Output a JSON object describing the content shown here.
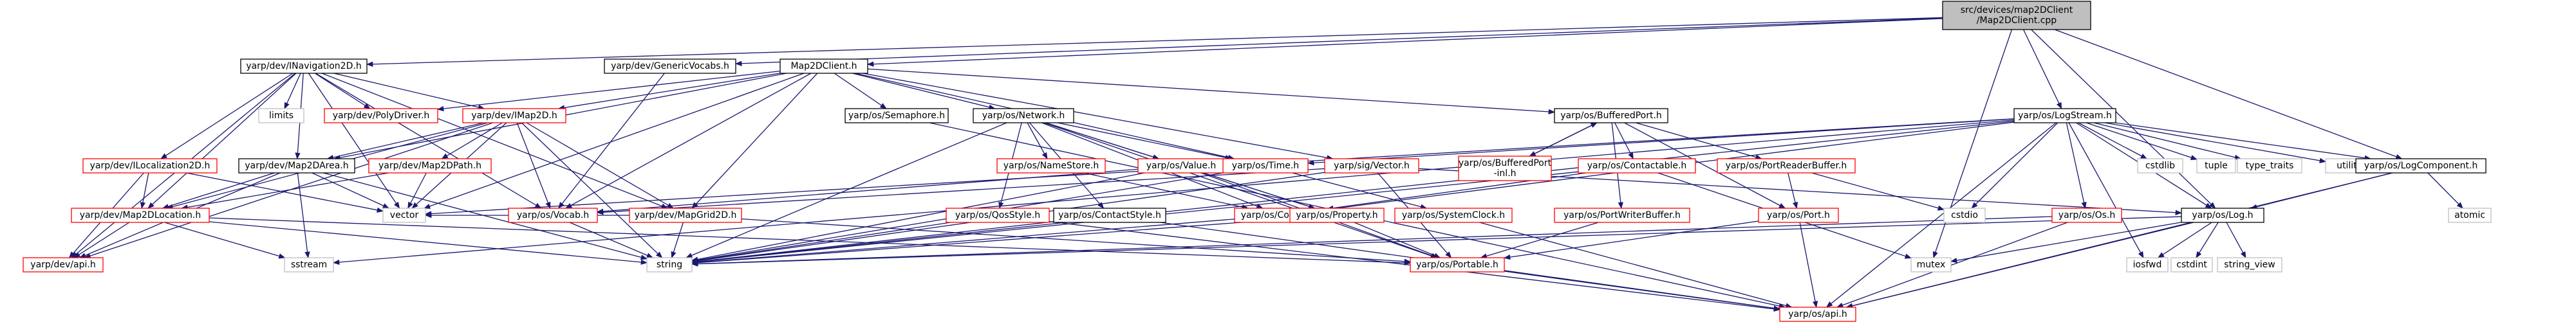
{
  "graph": {
    "colors": {
      "root_fill": "#bfbfbf",
      "header_border": "#000000",
      "undocumented_border": "#ff0000",
      "external_border": "#bfbfbf",
      "edge": "#191970",
      "edge_red": "#cc2020",
      "text": "#000000"
    },
    "nodes": [
      {
        "id": "root",
        "lines": [
          "src/devices/map2DClient",
          "/Map2DClient.cpp"
        ],
        "kind": "root"
      },
      {
        "id": "inav2d",
        "lines": [
          "yarp/dev/INavigation2D.h"
        ],
        "kind": "header"
      },
      {
        "id": "gvocabs",
        "lines": [
          "yarp/dev/GenericVocabs.h"
        ],
        "kind": "header"
      },
      {
        "id": "m2dclient",
        "lines": [
          "Map2DClient.h"
        ],
        "kind": "header"
      },
      {
        "id": "logstream",
        "lines": [
          "yarp/os/LogStream.h"
        ],
        "kind": "header"
      },
      {
        "id": "limits",
        "lines": [
          "limits"
        ],
        "kind": "external"
      },
      {
        "id": "polydriver",
        "lines": [
          "yarp/dev/PolyDriver.h"
        ],
        "kind": "red"
      },
      {
        "id": "imap2d",
        "lines": [
          "yarp/dev/IMap2D.h"
        ],
        "kind": "red"
      },
      {
        "id": "semaphore",
        "lines": [
          "yarp/os/Semaphore.h"
        ],
        "kind": "header"
      },
      {
        "id": "network",
        "lines": [
          "yarp/os/Network.h"
        ],
        "kind": "header"
      },
      {
        "id": "bufport",
        "lines": [
          "yarp/os/BufferedPort.h"
        ],
        "kind": "header"
      },
      {
        "id": "ilocal2d",
        "lines": [
          "yarp/dev/ILocalization2D.h"
        ],
        "kind": "red"
      },
      {
        "id": "map2darea",
        "lines": [
          "yarp/dev/Map2DArea.h"
        ],
        "kind": "header"
      },
      {
        "id": "map2dpath",
        "lines": [
          "yarp/dev/Map2DPath.h"
        ],
        "kind": "red"
      },
      {
        "id": "namestore",
        "lines": [
          "yarp/os/NameStore.h"
        ],
        "kind": "red"
      },
      {
        "id": "value",
        "lines": [
          "yarp/os/Value.h"
        ],
        "kind": "red"
      },
      {
        "id": "time",
        "lines": [
          "yarp/os/Time.h"
        ],
        "kind": "red"
      },
      {
        "id": "vector",
        "lines": [
          "yarp/sig/Vector.h"
        ],
        "kind": "red"
      },
      {
        "id": "bufportinl",
        "lines": [
          "yarp/os/BufferedPort",
          "-inl.h"
        ],
        "kind": "red"
      },
      {
        "id": "contactable",
        "lines": [
          "yarp/os/Contactable.h"
        ],
        "kind": "red"
      },
      {
        "id": "portreaderbuf",
        "lines": [
          "yarp/os/PortReaderBuffer.h"
        ],
        "kind": "red"
      },
      {
        "id": "cstdlib",
        "lines": [
          "cstdlib"
        ],
        "kind": "external"
      },
      {
        "id": "tuple",
        "lines": [
          "tuple"
        ],
        "kind": "external"
      },
      {
        "id": "typetraits",
        "lines": [
          "type_traits"
        ],
        "kind": "external"
      },
      {
        "id": "utility",
        "lines": [
          "utility"
        ],
        "kind": "external"
      },
      {
        "id": "logcomponent",
        "lines": [
          "yarp/os/LogComponent.h"
        ],
        "kind": "header"
      },
      {
        "id": "map2dlocation",
        "lines": [
          "yarp/dev/Map2DLocation.h"
        ],
        "kind": "red"
      },
      {
        "id": "vectorstd",
        "lines": [
          "vector"
        ],
        "kind": "external"
      },
      {
        "id": "vocab",
        "lines": [
          "yarp/os/Vocab.h"
        ],
        "kind": "red"
      },
      {
        "id": "mapgrid2d",
        "lines": [
          "yarp/dev/MapGrid2D.h"
        ],
        "kind": "red"
      },
      {
        "id": "qosstyle",
        "lines": [
          "yarp/os/QosStyle.h"
        ],
        "kind": "red"
      },
      {
        "id": "contactstyle",
        "lines": [
          "yarp/os/ContactStyle.h"
        ],
        "kind": "header"
      },
      {
        "id": "contact",
        "lines": [
          "yarp/os/Contact.h"
        ],
        "kind": "red"
      },
      {
        "id": "property",
        "lines": [
          "yarp/os/Property.h"
        ],
        "kind": "red"
      },
      {
        "id": "sysclock",
        "lines": [
          "yarp/os/SystemClock.h"
        ],
        "kind": "red"
      },
      {
        "id": "portwriterbuf",
        "lines": [
          "yarp/os/PortWriterBuffer.h"
        ],
        "kind": "red"
      },
      {
        "id": "port",
        "lines": [
          "yarp/os/Port.h"
        ],
        "kind": "red"
      },
      {
        "id": "cstdio",
        "lines": [
          "cstdio"
        ],
        "kind": "external"
      },
      {
        "id": "osh",
        "lines": [
          "yarp/os/Os.h"
        ],
        "kind": "red"
      },
      {
        "id": "log",
        "lines": [
          "yarp/os/Log.h"
        ],
        "kind": "header"
      },
      {
        "id": "atomic",
        "lines": [
          "atomic"
        ],
        "kind": "external"
      },
      {
        "id": "devapi",
        "lines": [
          "yarp/dev/api.h"
        ],
        "kind": "red"
      },
      {
        "id": "sstream",
        "lines": [
          "sstream"
        ],
        "kind": "external"
      },
      {
        "id": "string",
        "lines": [
          "string"
        ],
        "kind": "external"
      },
      {
        "id": "portable",
        "lines": [
          "yarp/os/Portable.h"
        ],
        "kind": "red"
      },
      {
        "id": "mutex",
        "lines": [
          "mutex"
        ],
        "kind": "external"
      },
      {
        "id": "iosfwd",
        "lines": [
          "iosfwd"
        ],
        "kind": "external"
      },
      {
        "id": "cstdint",
        "lines": [
          "cstdint"
        ],
        "kind": "external"
      },
      {
        "id": "stringview",
        "lines": [
          "string_view"
        ],
        "kind": "external"
      },
      {
        "id": "osapi",
        "lines": [
          "yarp/os/api.h"
        ],
        "kind": "red"
      }
    ],
    "edges": [
      [
        "root",
        "inav2d"
      ],
      [
        "root",
        "gvocabs"
      ],
      [
        "root",
        "m2dclient"
      ],
      [
        "root",
        "logstream"
      ],
      [
        "root",
        "mutex"
      ],
      [
        "root",
        "logcomponent"
      ],
      [
        "root",
        "log"
      ],
      [
        "inav2d",
        "limits"
      ],
      [
        "inav2d",
        "polydriver"
      ],
      [
        "inav2d",
        "imap2d"
      ],
      [
        "inav2d",
        "ilocal2d"
      ],
      [
        "inav2d",
        "map2darea"
      ],
      [
        "inav2d",
        "map2dlocation"
      ],
      [
        "inav2d",
        "vocab"
      ],
      [
        "inav2d",
        "mapgrid2d"
      ],
      [
        "inav2d",
        "devapi"
      ],
      [
        "inav2d",
        "vectorstd"
      ],
      [
        "gvocabs",
        "vocab"
      ],
      [
        "m2dclient",
        "polydriver"
      ],
      [
        "m2dclient",
        "imap2d"
      ],
      [
        "m2dclient",
        "semaphore"
      ],
      [
        "m2dclient",
        "network"
      ],
      [
        "m2dclient",
        "bufport"
      ],
      [
        "m2dclient",
        "time"
      ],
      [
        "m2dclient",
        "vector"
      ],
      [
        "m2dclient",
        "map2darea"
      ],
      [
        "m2dclient",
        "vocab"
      ],
      [
        "m2dclient",
        "mapgrid2d"
      ],
      [
        "m2dclient",
        "vectorstd"
      ],
      [
        "imap2d",
        "map2dlocation"
      ],
      [
        "imap2d",
        "map2darea"
      ],
      [
        "imap2d",
        "map2dpath"
      ],
      [
        "imap2d",
        "mapgrid2d"
      ],
      [
        "imap2d",
        "vocab"
      ],
      [
        "imap2d",
        "devapi"
      ],
      [
        "imap2d",
        "vectorstd"
      ],
      [
        "imap2d",
        "string"
      ],
      [
        "ilocal2d",
        "map2dlocation"
      ],
      [
        "ilocal2d",
        "devapi"
      ],
      [
        "ilocal2d",
        "vectorstd"
      ],
      [
        "map2darea",
        "map2dlocation"
      ],
      [
        "map2darea",
        "devapi"
      ],
      [
        "map2darea",
        "vectorstd"
      ],
      [
        "map2darea",
        "sstream"
      ],
      [
        "map2darea",
        "string"
      ],
      [
        "map2dpath",
        "map2dlocation"
      ],
      [
        "map2dpath",
        "vectorstd"
      ],
      [
        "map2dlocation",
        "devapi"
      ],
      [
        "map2dlocation",
        "sstream"
      ],
      [
        "map2dlocation",
        "string"
      ],
      [
        "map2dlocation",
        "portable"
      ],
      [
        "mapgrid2d",
        "string"
      ],
      [
        "mapgrid2d",
        "vectorstd"
      ],
      [
        "mapgrid2d",
        "portable"
      ],
      [
        "vocab",
        "string"
      ],
      [
        "semaphore",
        "osapi"
      ],
      [
        "network",
        "namestore"
      ],
      [
        "network",
        "value"
      ],
      [
        "network",
        "time"
      ],
      [
        "network",
        "qosstyle"
      ],
      [
        "network",
        "contactstyle"
      ],
      [
        "network",
        "contact"
      ],
      [
        "network",
        "property"
      ],
      [
        "network",
        "portable"
      ],
      [
        "network",
        "string"
      ],
      [
        "namestore",
        "contact"
      ],
      [
        "value",
        "vocab"
      ],
      [
        "value",
        "string"
      ],
      [
        "value",
        "portable"
      ],
      [
        "value",
        "property"
      ],
      [
        "time",
        "sysclock"
      ],
      [
        "time",
        "string"
      ],
      [
        "vector",
        "vocab"
      ],
      [
        "vector",
        "portable"
      ],
      [
        "vector",
        "log"
      ],
      [
        "vector",
        "string"
      ],
      [
        "bufport",
        "bufportinl"
      ],
      [
        "bufport",
        "contactable"
      ],
      [
        "bufport",
        "portreaderbuf"
      ],
      [
        "bufport",
        "portwriterbuf"
      ],
      [
        "bufport",
        "port"
      ],
      [
        "bufportinl",
        "bufport"
      ],
      [
        "contactable",
        "contact"
      ],
      [
        "contactable",
        "mutex"
      ],
      [
        "contactable",
        "string"
      ],
      [
        "portreaderbuf",
        "port"
      ],
      [
        "portreaderbuf",
        "cstdio"
      ],
      [
        "portwriterbuf",
        "portable"
      ],
      [
        "port",
        "osapi"
      ],
      [
        "port",
        "portable"
      ],
      [
        "qosstyle",
        "string"
      ],
      [
        "qosstyle",
        "osapi"
      ],
      [
        "contactstyle",
        "string"
      ],
      [
        "contactstyle",
        "osapi"
      ],
      [
        "contact",
        "string"
      ],
      [
        "property",
        "string"
      ],
      [
        "property",
        "portable"
      ],
      [
        "sysclock",
        "osapi"
      ],
      [
        "portable",
        "osapi"
      ],
      [
        "logstream",
        "cstdlib"
      ],
      [
        "logstream",
        "tuple"
      ],
      [
        "logstream",
        "typetraits"
      ],
      [
        "logstream",
        "utility"
      ],
      [
        "logstream",
        "logcomponent"
      ],
      [
        "logstream",
        "log"
      ],
      [
        "logstream",
        "osh"
      ],
      [
        "logstream",
        "cstdio"
      ],
      [
        "logstream",
        "iosfwd"
      ],
      [
        "logstream",
        "sstream"
      ],
      [
        "logstream",
        "string"
      ],
      [
        "logstream",
        "osapi"
      ],
      [
        "logstream",
        "time"
      ],
      [
        "logstream",
        "vectorstd"
      ],
      [
        "logstream",
        "contact"
      ],
      [
        "osh",
        "string"
      ],
      [
        "osh",
        "osapi"
      ],
      [
        "logcomponent",
        "atomic"
      ],
      [
        "logcomponent",
        "log"
      ],
      [
        "logcomponent",
        "osapi"
      ],
      [
        "log",
        "mutex"
      ],
      [
        "log",
        "iosfwd"
      ],
      [
        "log",
        "cstdint"
      ],
      [
        "log",
        "stringview"
      ],
      [
        "log",
        "osapi"
      ],
      [
        "log",
        "string"
      ]
    ]
  }
}
